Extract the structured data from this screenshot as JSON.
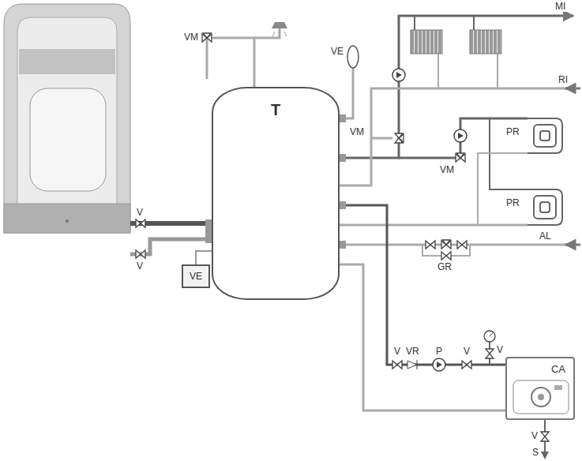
{
  "diagram": {
    "nodes": [
      {
        "text": [
          "T"
        ]
      },
      {
        "text": [
          "VE"
        ]
      },
      {
        "text": [
          "CA"
        ]
      }
    ],
    "edges": [
      {
        "from": 0,
        "to": 2,
        "arrow": "none"
      },
      {
        "from": 2,
        "to": 0,
        "arrow": "none"
      },
      {
        "from": 0,
        "to": 1,
        "arrow": "none"
      }
    ],
    "labels": [
      "MI",
      "RI",
      "VM",
      "VE",
      "VM",
      "VM",
      "PR",
      "PR",
      "V",
      "V",
      "GR",
      "AL",
      "V",
      "VR",
      "P",
      "V",
      "V",
      "V",
      "S"
    ]
  }
}
